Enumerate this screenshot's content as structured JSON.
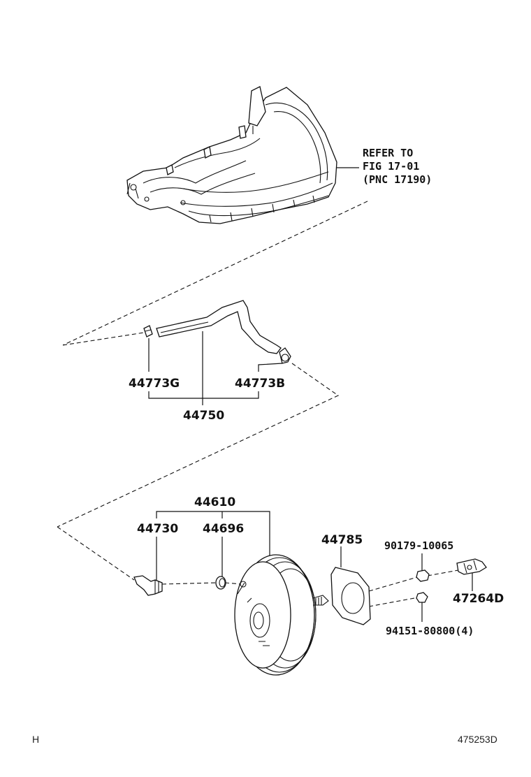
{
  "refer": {
    "line1": "REFER TO",
    "line2": "FIG 17-01",
    "line3": "(PNC 17190)"
  },
  "labels": {
    "p44773G": "44773G",
    "p44773B": "44773B",
    "p44750": "44750",
    "p44610": "44610",
    "p44730": "44730",
    "p44696": "44696",
    "p44785": "44785",
    "p90179": "90179-10065",
    "p47264D": "47264D",
    "p94151": "94151-80800(4)"
  },
  "footer": {
    "left_mark": "H",
    "diagram_id": "475253D"
  }
}
